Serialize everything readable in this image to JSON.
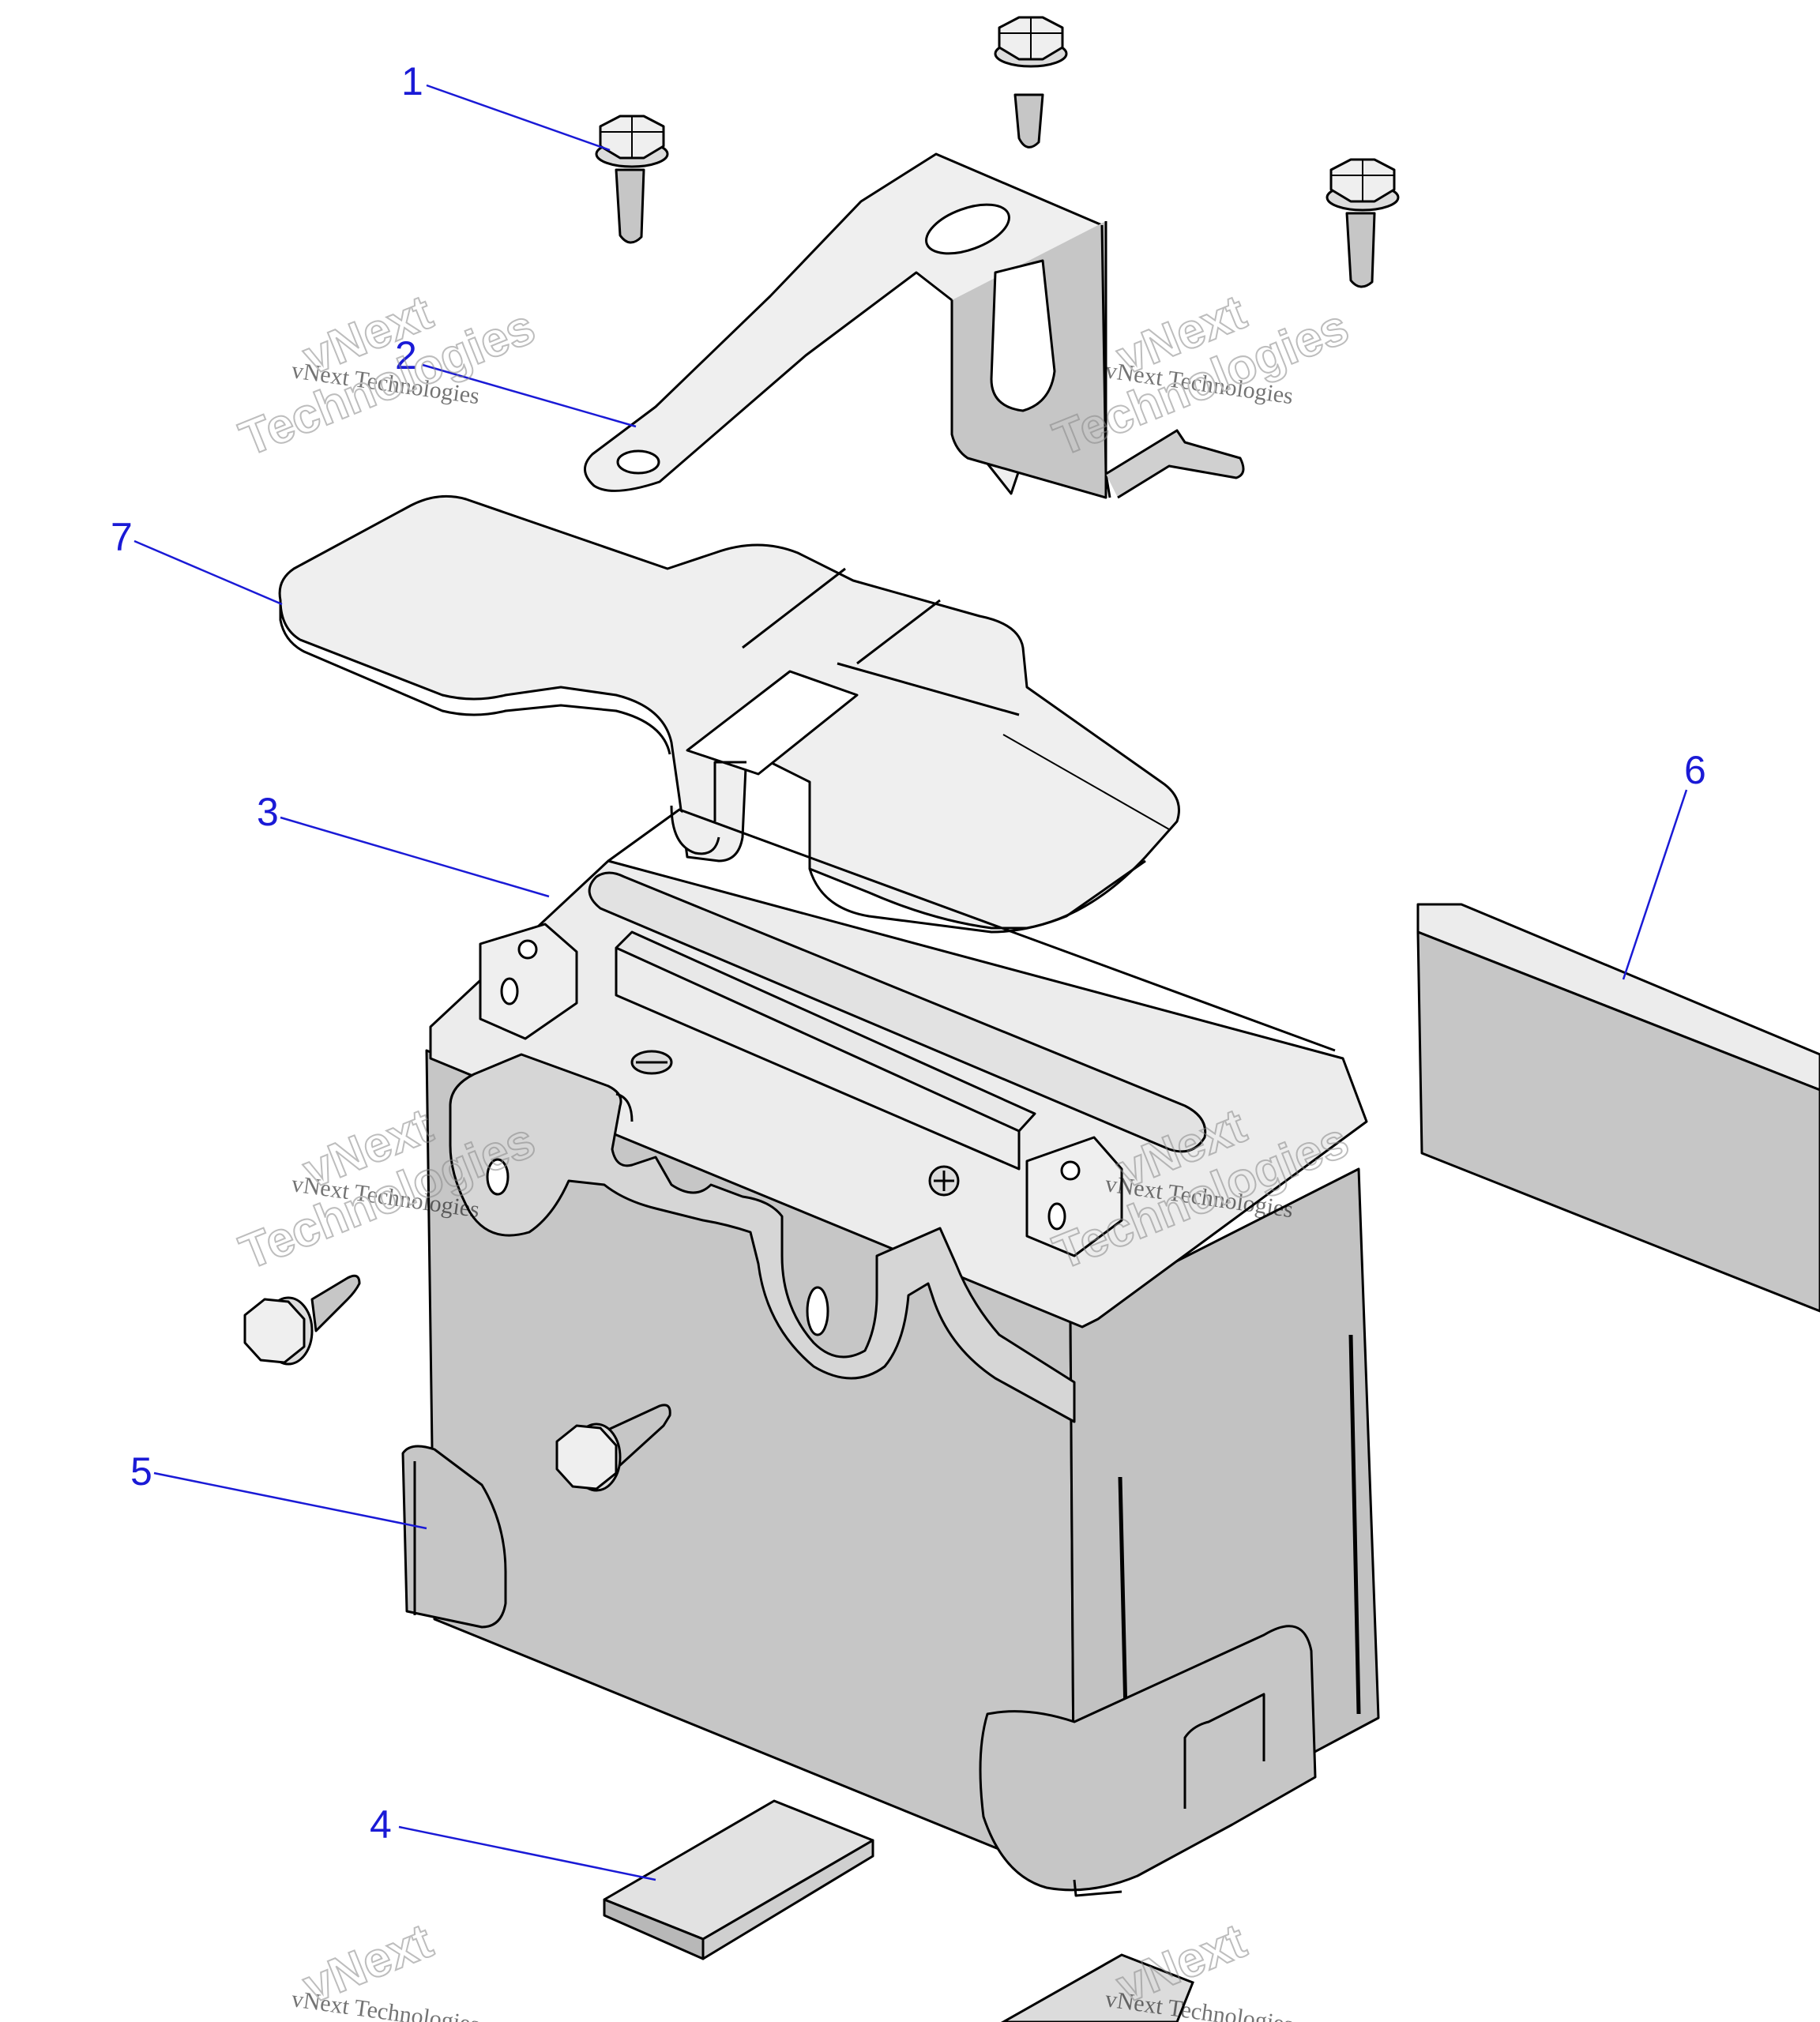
{
  "colors": {
    "part_fill": "#c6c6c6",
    "part_light": "#efefef",
    "part_top": "#d9d9d9",
    "outline": "#000000",
    "callout": "#1a1ad6",
    "watermark": "#9a9a9a"
  },
  "callouts": [
    {
      "id": "1",
      "label": "1"
    },
    {
      "id": "2",
      "label": "2"
    },
    {
      "id": "3",
      "label": "3"
    },
    {
      "id": "4",
      "label": "4"
    },
    {
      "id": "5",
      "label": "5"
    },
    {
      "id": "6",
      "label": "6"
    },
    {
      "id": "7",
      "label": "7"
    }
  ],
  "watermark": {
    "line1": "vNext Technologies",
    "big_a": "vNext",
    "big_b": "Technologies"
  }
}
